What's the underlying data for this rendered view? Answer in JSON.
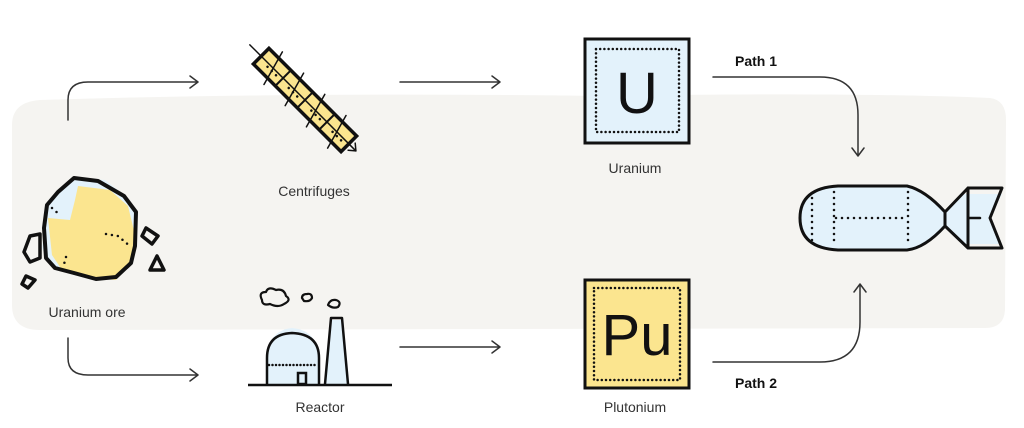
{
  "nodes": {
    "ore": {
      "label": "Uranium ore"
    },
    "centrifuges": {
      "label": "Centrifuges"
    },
    "reactor": {
      "label": "Reactor"
    },
    "uranium": {
      "label": "Uranium",
      "symbol": "U"
    },
    "plutonium": {
      "label": "Plutonium",
      "symbol": "Pu"
    }
  },
  "paths": {
    "path1": "Path 1",
    "path2": "Path 2"
  },
  "colors": {
    "band": "#f5f4f1",
    "yellow": "#fbe58f",
    "blue": "#e3f2fb",
    "ink": "#111111"
  }
}
